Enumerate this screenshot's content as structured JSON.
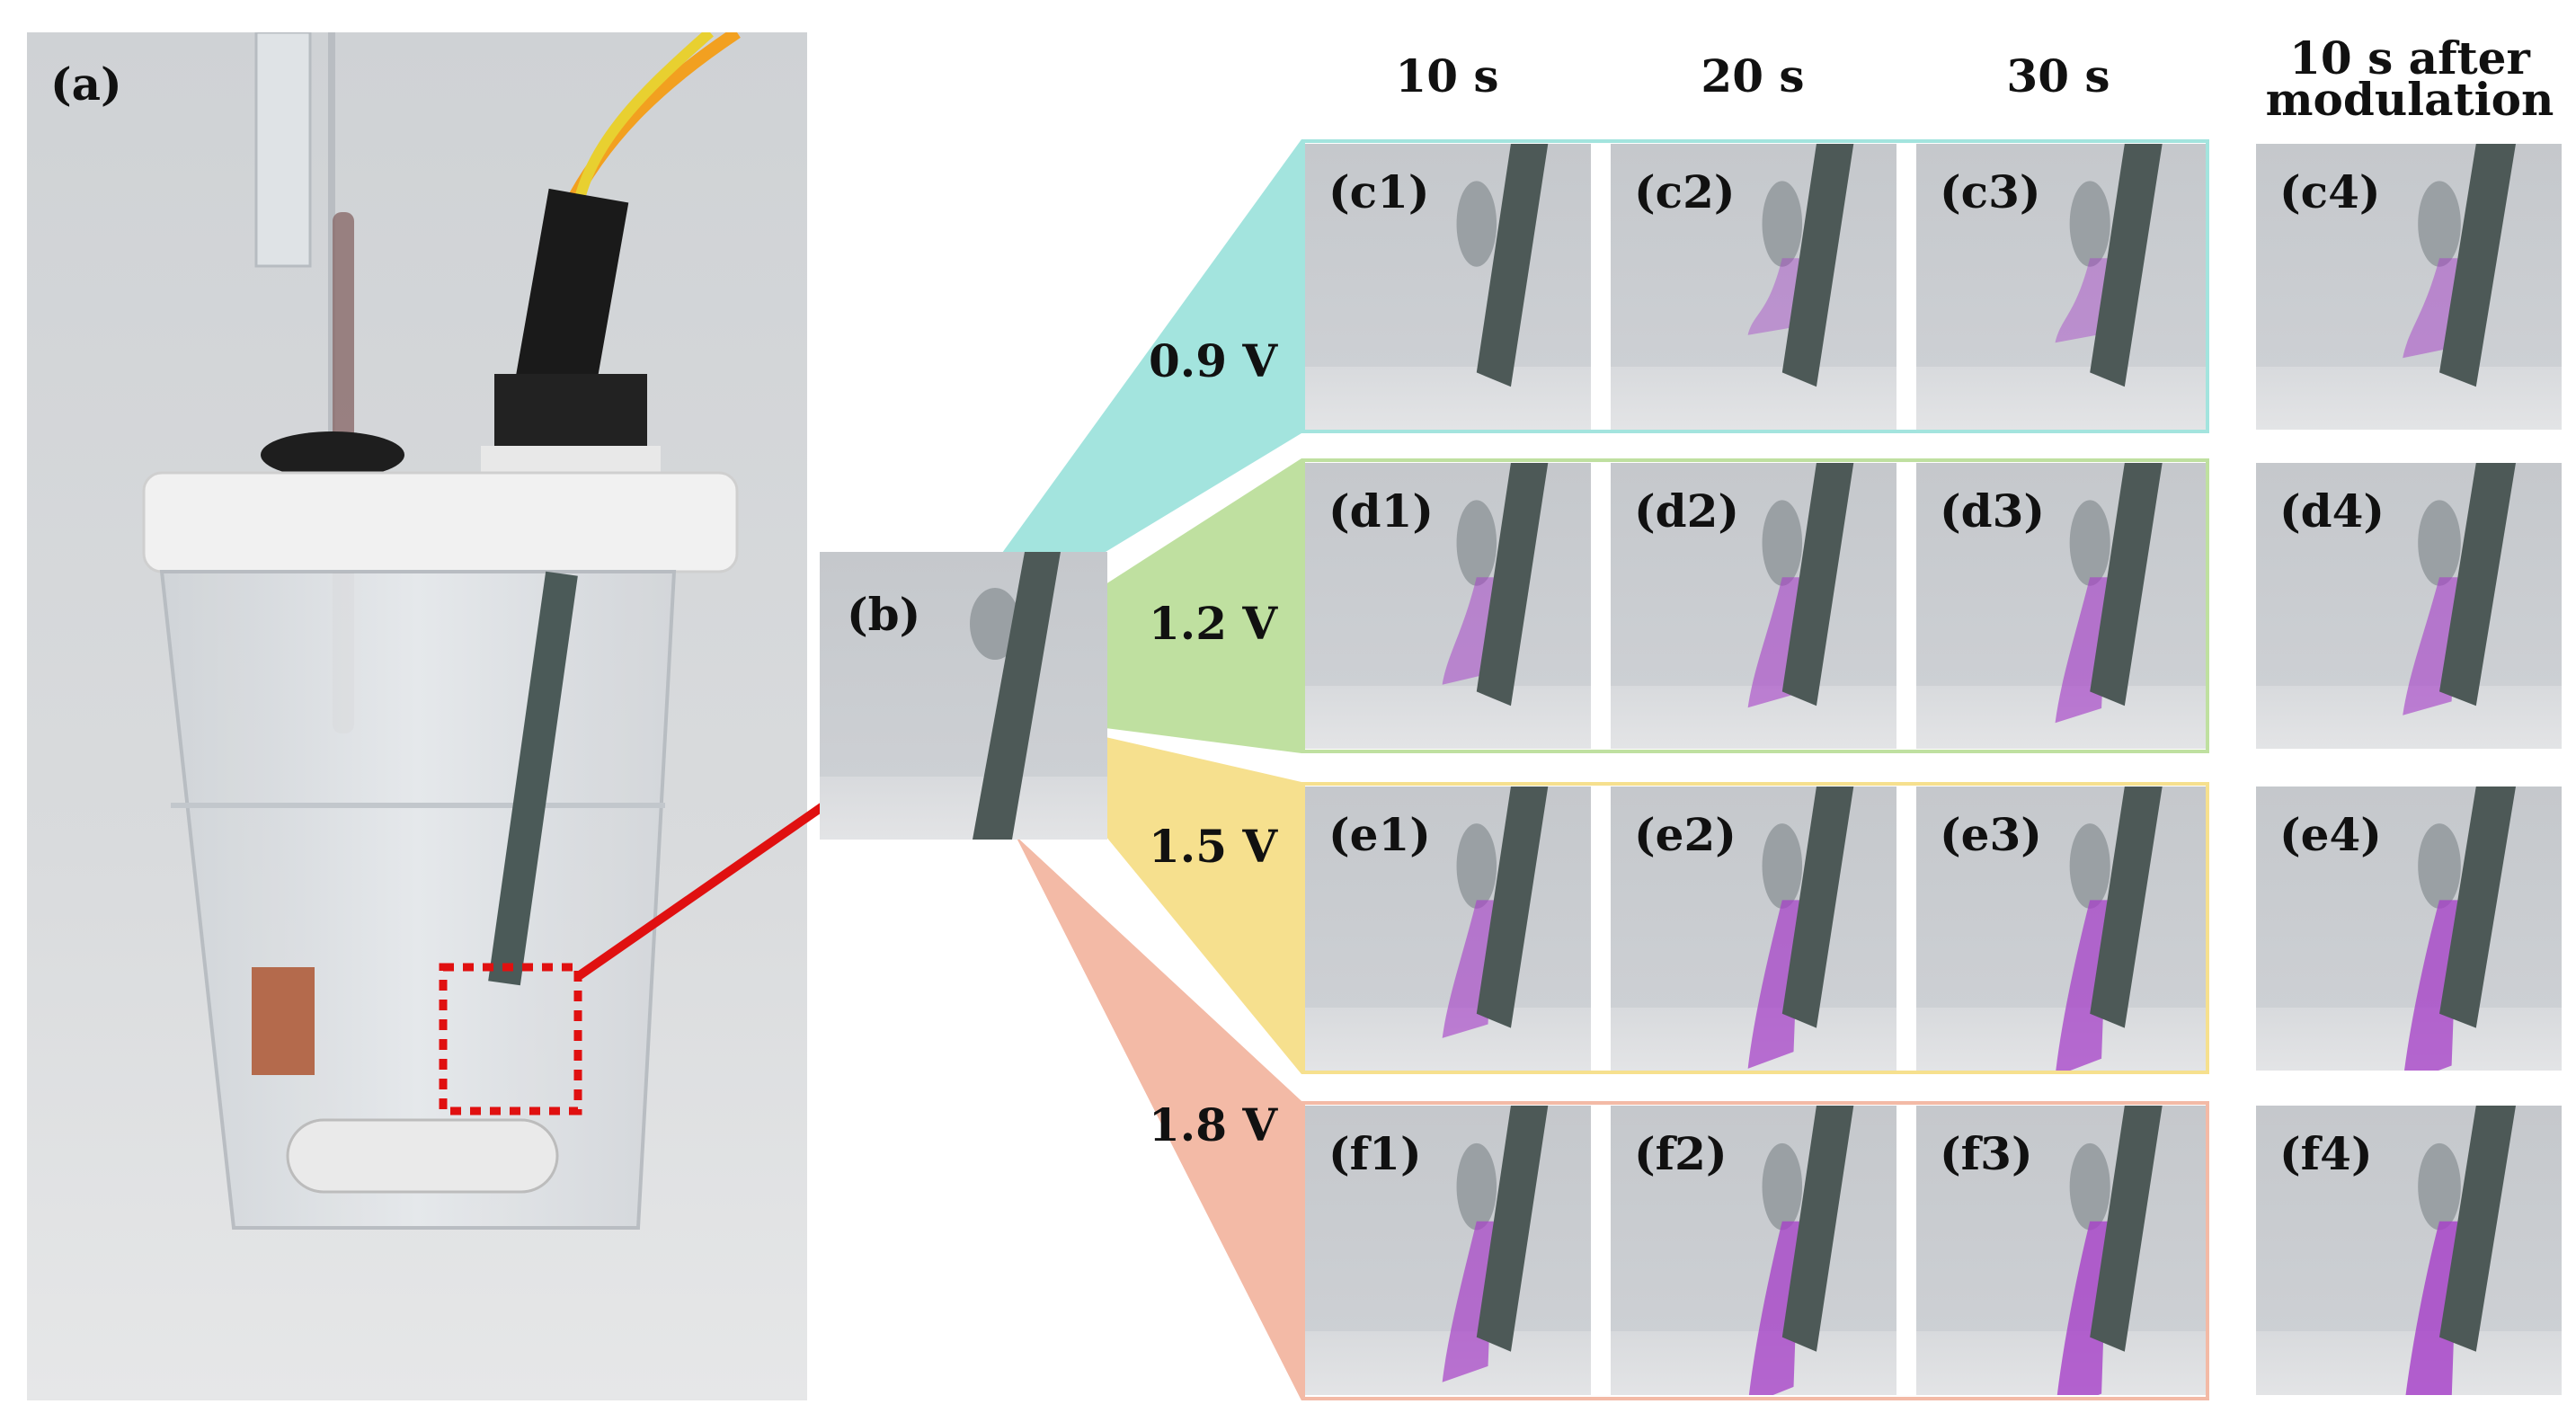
{
  "panels": {
    "a": "(a)",
    "b": "(b)"
  },
  "column_headers": [
    "10 s",
    "20 s",
    "30 s",
    "10 s after",
    "modulation"
  ],
  "voltages": [
    "0.9 V",
    "1.2 V",
    "1.5 V",
    "1.8 V"
  ],
  "tiles": {
    "c": [
      "(c1)",
      "(c2)",
      "(c3)",
      "(c4)"
    ],
    "d": [
      "(d1)",
      "(d2)",
      "(d3)",
      "(d4)"
    ],
    "e": [
      "(e1)",
      "(e2)",
      "(e3)",
      "(e4)"
    ],
    "f": [
      "(f1)",
      "(f2)",
      "(f3)",
      "(f4)"
    ]
  },
  "colors": {
    "row_c": "#a3e4de",
    "row_d": "#bfe0a0",
    "row_e": "#f6e08e",
    "row_f": "#f3baa6",
    "arrow": "#e01010",
    "plume": "#a640c8"
  }
}
